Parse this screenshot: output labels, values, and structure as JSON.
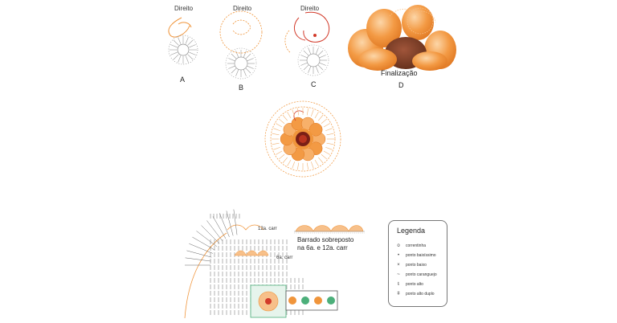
{
  "diagrams": {
    "a": {
      "label": "A",
      "top_label": "Direito"
    },
    "b": {
      "label": "B",
      "top_label": "Direito"
    },
    "c": {
      "label": "C",
      "top_label": "Direito"
    },
    "d": {
      "label": "D",
      "caption": "Finalização"
    }
  },
  "border_chart": {
    "row12_label": "12a. carr",
    "row6_label": "6a. carr",
    "overlay_caption_lines": [
      "Barrado sobreposto",
      "na 6a. e 12a. carr"
    ]
  },
  "legend": {
    "title": "Legenda",
    "items": [
      {
        "symbol": "o",
        "label": "correntinha",
        "icon": "chain-stitch-icon"
      },
      {
        "symbol": "•",
        "label": "ponto baixíssimo",
        "icon": "slip-stitch-icon"
      },
      {
        "symbol": "×",
        "label": "ponto baixo",
        "icon": "single-crochet-icon"
      },
      {
        "symbol": "~",
        "label": "ponto caranguejo",
        "icon": "crab-stitch-icon"
      },
      {
        "symbol": "ŧ",
        "label": "ponto alto",
        "icon": "double-crochet-icon"
      },
      {
        "symbol": "ǂ",
        "label": "ponto alto duplo",
        "icon": "treble-crochet-icon"
      }
    ]
  },
  "colors": {
    "orange": "#f0953b",
    "light_orange": "#f7c08a",
    "brown": "#7a3a20",
    "red": "#d23a2a",
    "green": "#4caf7a"
  }
}
